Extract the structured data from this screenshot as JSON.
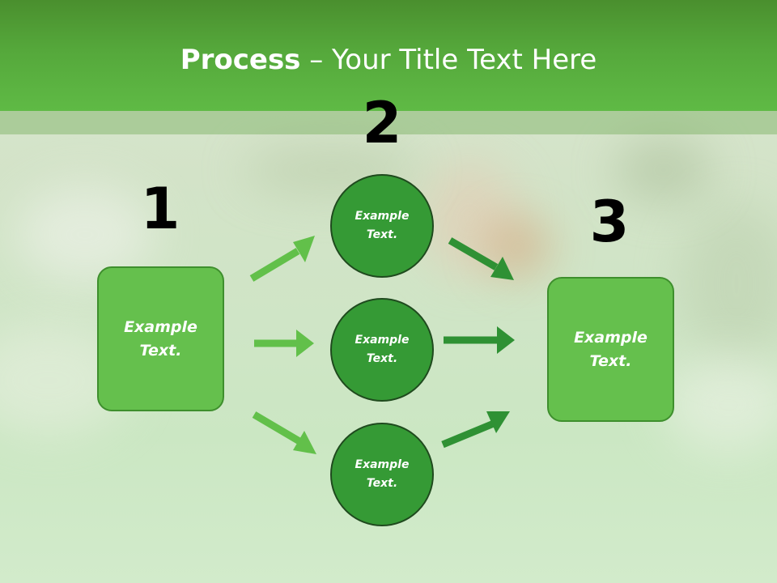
{
  "title": {
    "bold": "Process",
    "rest": " – Your Title Text Here"
  },
  "steps": {
    "one": "1",
    "two": "2",
    "three": "3"
  },
  "boxes": {
    "left": "Example Text.",
    "right": "Example Text."
  },
  "circles": {
    "top": "Example Text.",
    "middle": "Example Text.",
    "bottom": "Example Text."
  },
  "colors": {
    "header": "#55a83b",
    "box_fill": "#65c04d",
    "circle_fill": "#359a35",
    "arrow_light": "#62c04a",
    "arrow_dark": "#2f9134"
  }
}
